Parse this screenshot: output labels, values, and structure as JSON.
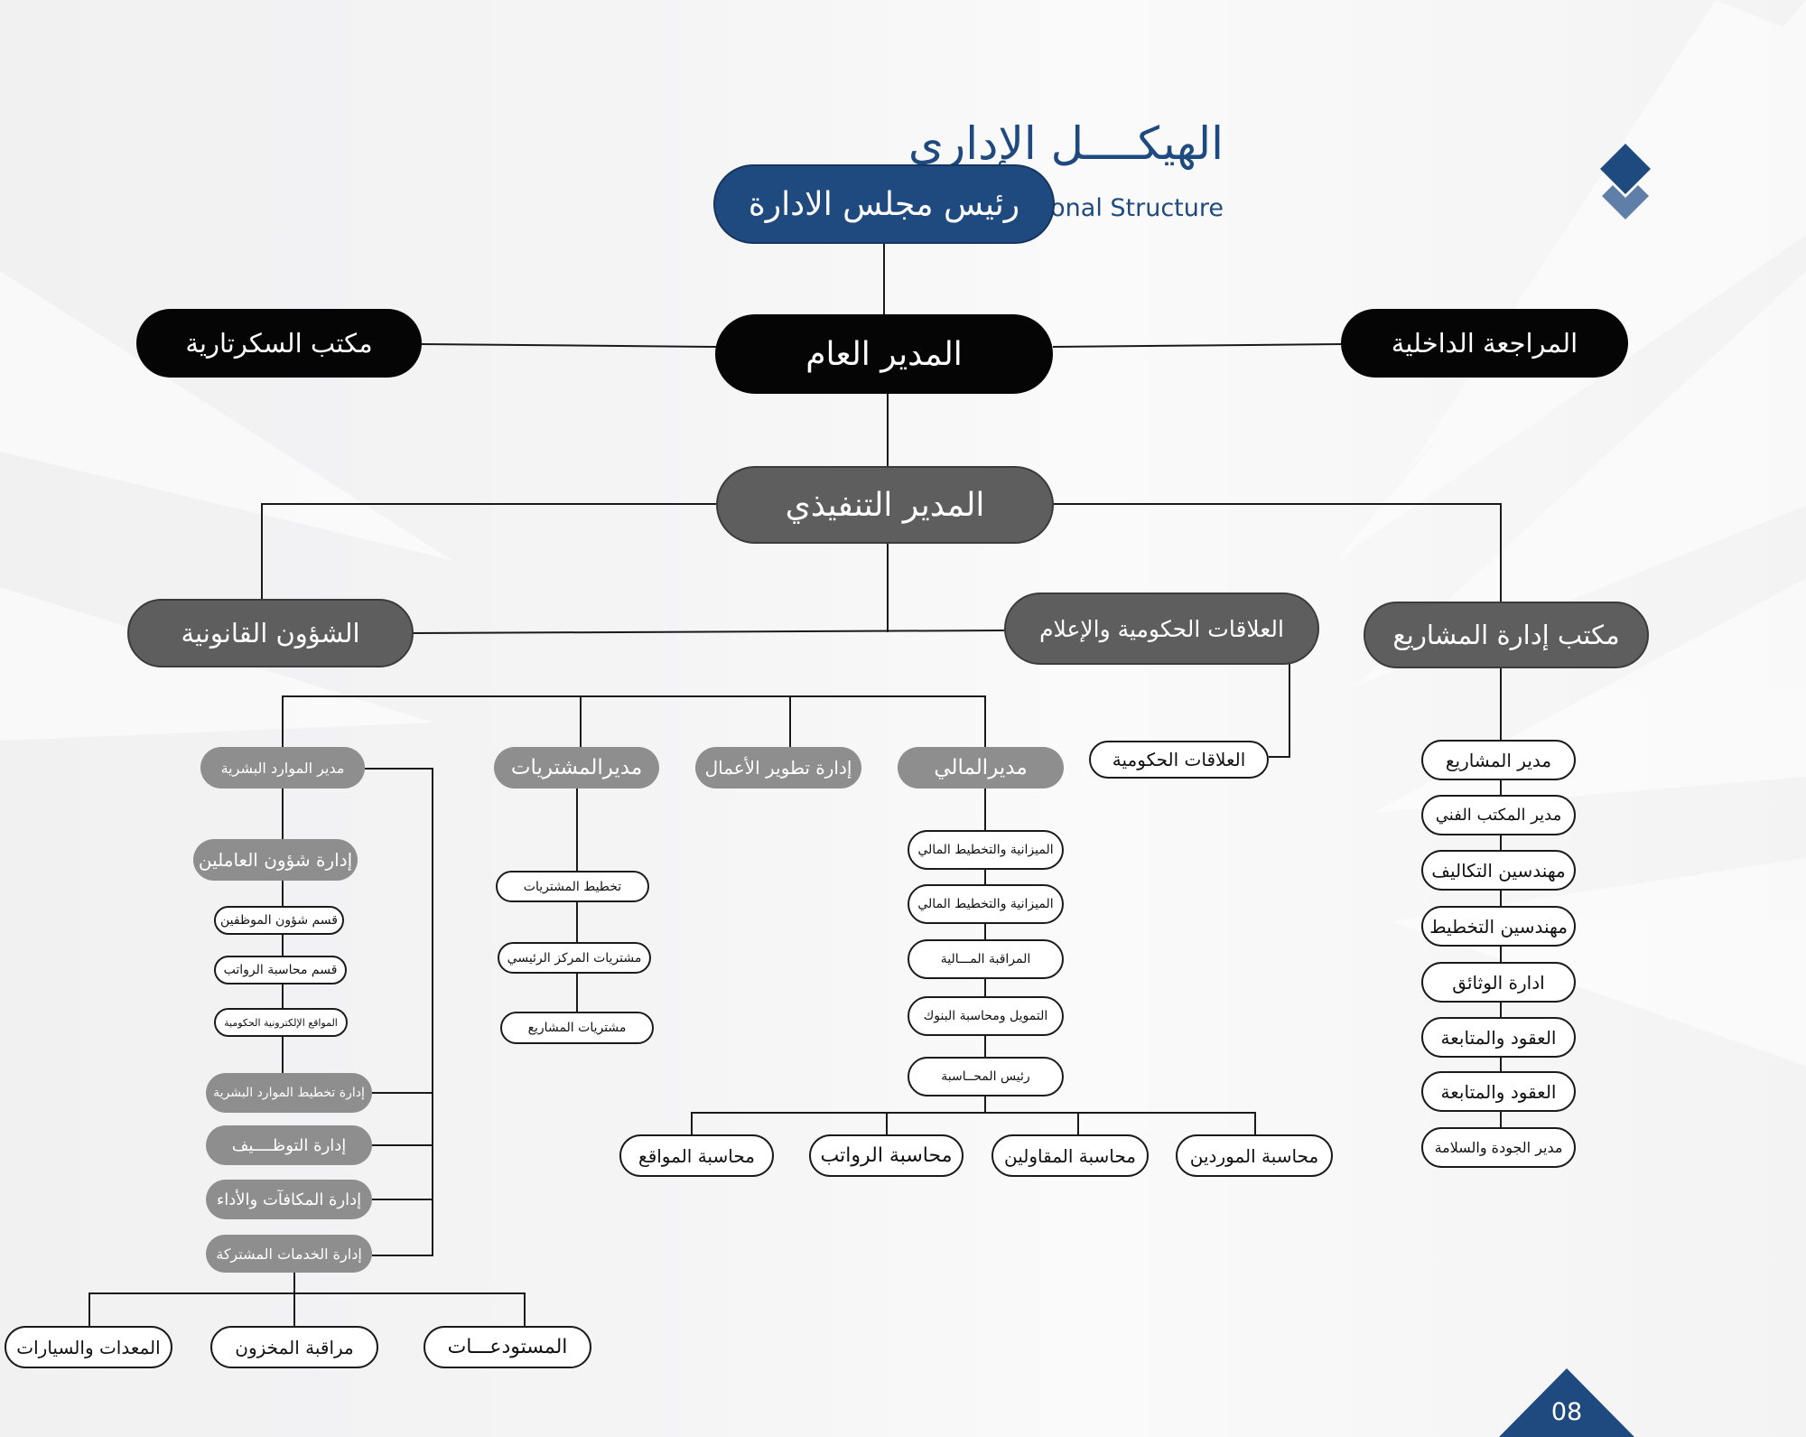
{
  "header": {
    "title_ar": "الهيكــــل الإداري",
    "title_en": "Organizational Structure"
  },
  "page_number": "08",
  "colors": {
    "navy": "#1f4a80",
    "black": "#050505",
    "dark_gray": "#5e5e5e",
    "gray": "#8e8e8e"
  },
  "nodes": {
    "board_chair": "رئيس مجلس الادارة",
    "general_manager": "المدير العام",
    "secretariat": "مكتب السكرتارية",
    "internal_audit": "المراجعة الداخلية",
    "executive_director": "المدير التنفيذي",
    "legal_affairs": "الشؤون القانونية",
    "gov_relations_media": "العلاقات الحكومية والإعلام",
    "pmo": "مكتب إدارة المشاريع",
    "gov_relations": "العلاقات الحكومية",
    "hr_manager": "مدير الموارد البشرية",
    "procurement_manager": "مديرالمشتريات",
    "business_dev": "إدارة تطوير الأعمال",
    "finance_manager": "مديرالمالي",
    "hr_branch": {
      "employee_affairs": "إدارة شؤون العاملين",
      "items": [
        "قسم شؤون الموظفين",
        "قسم محاسبة الرواتب",
        "المواقع الإلكترونية الحكومية"
      ],
      "departments": [
        "إدارة تخطيط الموارد البشرية",
        "إدارة التوظــــيف",
        "إدارة المكافآت والأداء",
        "إدارة الخدمات المشتركة"
      ],
      "shared_services": [
        "المعدات والسيارات",
        "مراقبة المخزون",
        "المستودعـــات"
      ]
    },
    "procurement_items": [
      "تخطيط المشتريات",
      "مشتريات المركز الرئيسي",
      "مشتريات المشاريع"
    ],
    "finance_items": [
      "الميزانية والتخطيط المالي",
      "الميزانية والتخطيط المالي",
      "المراقبة المـــالية",
      "التمويل ومحاسبة البنوك",
      "رئيس المحــاسبة"
    ],
    "accounting_items": [
      "محاسبة المواقع",
      "محاسبة الرواتب",
      "محاسبة المقاولين",
      "محاسبة الموردين"
    ],
    "pmo_items": [
      "مدير المشاريع",
      "مدير المكتب الفني",
      "مهندسين التكاليف",
      "مهندسين التخطيط",
      "ادارة الوثائق",
      "العقود والمتابعة",
      "العقود والمتابعة",
      "مدير الجودة والسلامة"
    ]
  }
}
